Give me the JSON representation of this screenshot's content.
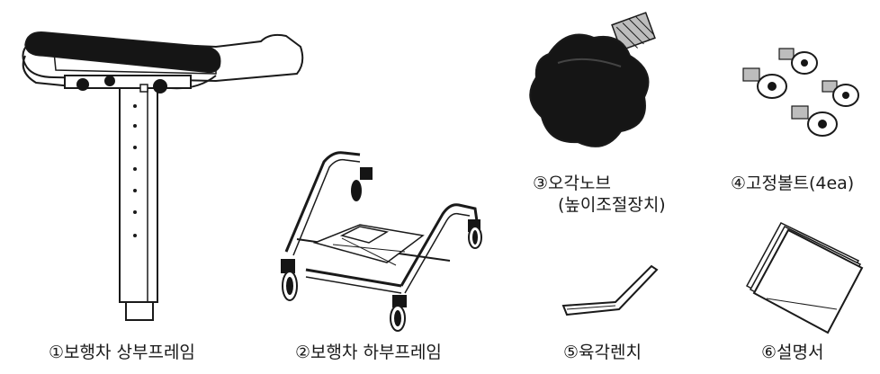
{
  "parts": [
    {
      "id": "upper-frame",
      "label": "①보행차 상부프레임"
    },
    {
      "id": "lower-frame",
      "label": "②보행차 하부프레임"
    },
    {
      "id": "star-knob",
      "label_line1": "③오각노브",
      "label_line2": "(높이조절장치)"
    },
    {
      "id": "fixing-bolts",
      "label": "④고정볼트(4ea)"
    },
    {
      "id": "hex-wrench",
      "label": "⑤육각렌치"
    },
    {
      "id": "manual",
      "label": "⑥설명서"
    }
  ],
  "colors": {
    "line": "#1a1a1a",
    "fill_dark": "#151515",
    "metal": "#bdbdbd"
  }
}
